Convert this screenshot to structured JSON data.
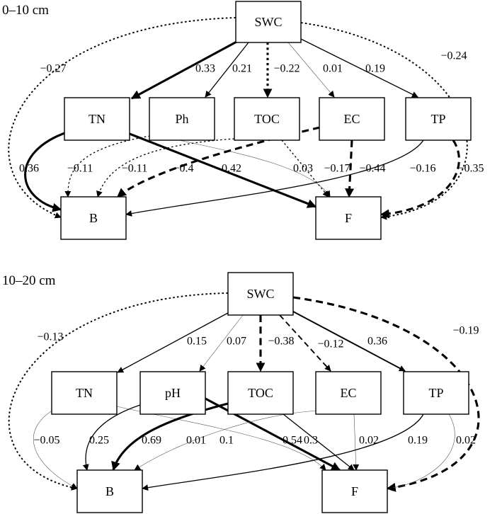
{
  "panels": [
    {
      "id": "top",
      "title": "0–10 cm",
      "nodes": {
        "SWC": "SWC",
        "TN": "TN",
        "PH": "Ph",
        "TOC": "TOC",
        "EC": "EC",
        "TP": "TP",
        "B": "B",
        "F": "F"
      },
      "edges": [
        {
          "from": "SWC",
          "to": "TN",
          "label": "0.33",
          "style": "solid",
          "weight": "heavy"
        },
        {
          "from": "SWC",
          "to": "PH",
          "label": "0.21",
          "style": "solid",
          "weight": "normal"
        },
        {
          "from": "SWC",
          "to": "TOC",
          "label": "−0.22",
          "style": "dotted",
          "weight": "heavy"
        },
        {
          "from": "SWC",
          "to": "EC",
          "label": "0.01",
          "style": "solid",
          "weight": "faint"
        },
        {
          "from": "SWC",
          "to": "TP",
          "label": "0.19",
          "style": "solid",
          "weight": "normal"
        },
        {
          "from": "SWC",
          "to": "B",
          "label": "−0.27",
          "style": "dotted",
          "weight": "medium"
        },
        {
          "from": "SWC",
          "to": "F",
          "label": "−0.24",
          "style": "dotted",
          "weight": "medium"
        },
        {
          "from": "TN",
          "to": "B",
          "label": "0.36",
          "style": "solid",
          "weight": "heavy"
        },
        {
          "from": "TN",
          "to": "F",
          "label": "0.42",
          "style": "solid",
          "weight": "heavy"
        },
        {
          "from": "PH",
          "to": "B",
          "label": "−0.11",
          "style": "dotted",
          "weight": "normal"
        },
        {
          "from": "PH",
          "to": "F",
          "label": "0.03",
          "style": "solid",
          "weight": "faint"
        },
        {
          "from": "TOC",
          "to": "B",
          "label": "−0.11",
          "style": "dotted",
          "weight": "normal"
        },
        {
          "from": "TOC",
          "to": "F",
          "label": "−0.17",
          "style": "dotted",
          "weight": "normal"
        },
        {
          "from": "EC",
          "to": "B",
          "label": "−0.4",
          "style": "dashed",
          "weight": "heavy"
        },
        {
          "from": "EC",
          "to": "F",
          "label": "−0.44",
          "style": "dashed",
          "weight": "heavy"
        },
        {
          "from": "TP",
          "to": "B",
          "label": "−0.16",
          "style": "solid",
          "weight": "normal"
        },
        {
          "from": "TP",
          "to": "F",
          "label": "−0.35",
          "style": "dashed",
          "weight": "heavy"
        }
      ]
    },
    {
      "id": "bottom",
      "title": "10–20 cm",
      "nodes": {
        "SWC": "SWC",
        "TN": "TN",
        "PH": "pH",
        "TOC": "TOC",
        "EC": "EC",
        "TP": "TP",
        "B": "B",
        "F": "F"
      },
      "edges": [
        {
          "from": "SWC",
          "to": "TN",
          "label": "0.15",
          "style": "solid",
          "weight": "normal"
        },
        {
          "from": "SWC",
          "to": "PH",
          "label": "0.07",
          "style": "solid",
          "weight": "faint"
        },
        {
          "from": "SWC",
          "to": "TOC",
          "label": "−0.38",
          "style": "dashed",
          "weight": "heavy"
        },
        {
          "from": "SWC",
          "to": "EC",
          "label": "−0.12",
          "style": "dashed",
          "weight": "medium"
        },
        {
          "from": "SWC",
          "to": "TP",
          "label": "0.36",
          "style": "solid",
          "weight": "medium"
        },
        {
          "from": "SWC",
          "to": "B",
          "label": "−0.13",
          "style": "dotted",
          "weight": "medium"
        },
        {
          "from": "SWC",
          "to": "F",
          "label": "−0.19",
          "style": "dashed",
          "weight": "heavy"
        },
        {
          "from": "TN",
          "to": "B",
          "label": "−0.05",
          "style": "solid",
          "weight": "faint"
        },
        {
          "from": "TN",
          "to": "F",
          "label": "0.1",
          "style": "solid",
          "weight": "faint"
        },
        {
          "from": "PH",
          "to": "B",
          "label": "0.25",
          "style": "solid",
          "weight": "normal"
        },
        {
          "from": "PH",
          "to": "F",
          "label": "0.54",
          "style": "solid",
          "weight": "heavy"
        },
        {
          "from": "TOC",
          "to": "B",
          "label": "0.69",
          "style": "solid",
          "weight": "heavy"
        },
        {
          "from": "TOC",
          "to": "F",
          "label": "0.3",
          "style": "solid",
          "weight": "normal"
        },
        {
          "from": "EC",
          "to": "B",
          "label": "0.01",
          "style": "solid",
          "weight": "faint"
        },
        {
          "from": "EC",
          "to": "F",
          "label": "0.02",
          "style": "solid",
          "weight": "faint"
        },
        {
          "from": "TP",
          "to": "B",
          "label": "0.19",
          "style": "solid",
          "weight": "normal"
        },
        {
          "from": "TP",
          "to": "F",
          "label": "0.02",
          "style": "solid",
          "weight": "faint"
        }
      ]
    }
  ]
}
